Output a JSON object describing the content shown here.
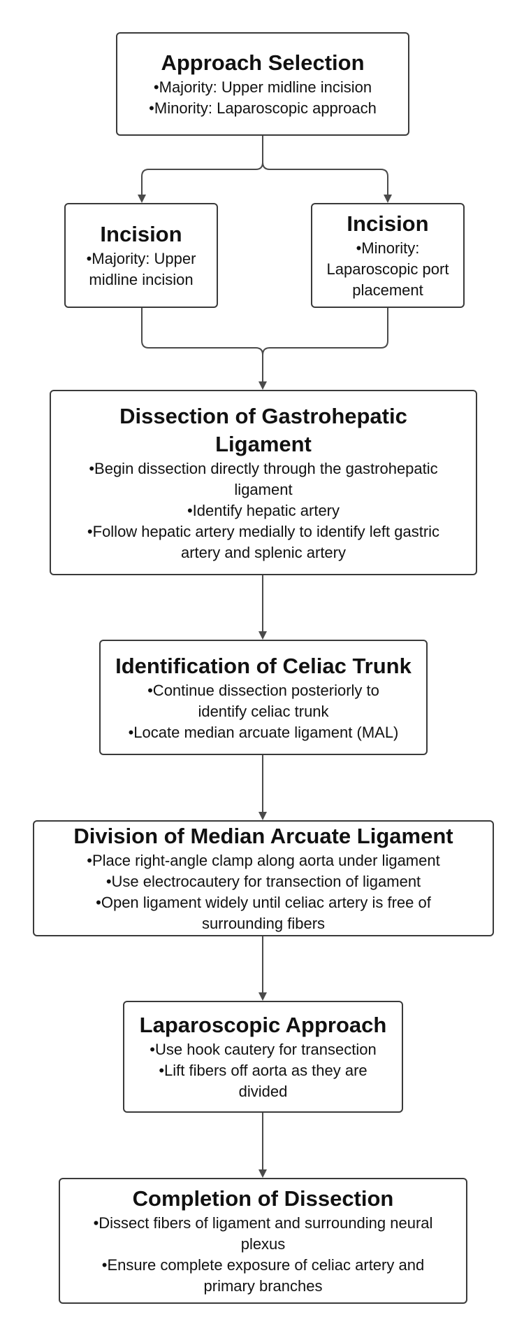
{
  "diagram": {
    "connector_color": "#4a4a4a",
    "nodes": {
      "approach": {
        "title": "Approach Selection",
        "lines": [
          "•Majority: Upper midline incision",
          "•Minority: Laparoscopic approach"
        ]
      },
      "incision_left": {
        "title": "Incision",
        "lines": [
          "•Majority: Upper",
          "midline incision"
        ]
      },
      "incision_right": {
        "title": "Incision",
        "lines": [
          "•Minority:",
          "Laparoscopic port",
          "placement"
        ]
      },
      "dissection": {
        "title_lines": [
          "Dissection of Gastrohepatic",
          "Ligament"
        ],
        "lines": [
          "•Begin dissection directly through the gastrohepatic",
          "ligament",
          "•Identify hepatic artery",
          "•Follow hepatic artery medially to identify left gastric",
          "artery and splenic artery"
        ]
      },
      "celiac": {
        "title": "Identification of Celiac Trunk",
        "lines": [
          "•Continue dissection posteriorly to",
          "identify celiac trunk",
          "•Locate median arcuate ligament (MAL)"
        ]
      },
      "division": {
        "title": "Division of Median Arcuate Ligament",
        "lines": [
          "•Place right-angle clamp along aorta under ligament",
          "•Use electrocautery for transection of ligament",
          "•Open ligament widely until celiac artery is free of",
          "surrounding fibers"
        ]
      },
      "laparoscopic": {
        "title": "Laparoscopic Approach",
        "lines": [
          "•Use hook cautery for transection",
          "•Lift fibers off aorta as they are",
          "divided"
        ]
      },
      "completion": {
        "title": "Completion of Dissection",
        "lines": [
          "•Dissect fibers of ligament and surrounding neural",
          "plexus",
          "•Ensure complete exposure of celiac artery and",
          "primary branches"
        ]
      }
    }
  }
}
